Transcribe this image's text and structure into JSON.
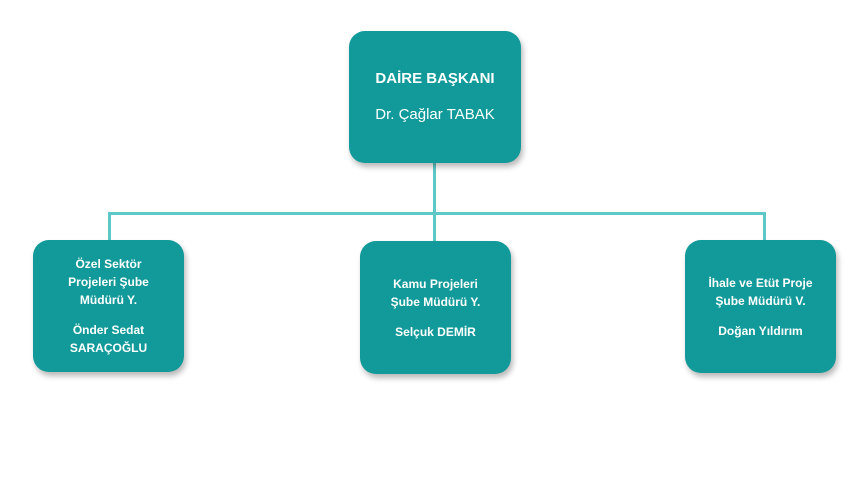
{
  "colors": {
    "node_fill": "#129a9a",
    "connector": "#5ec8c8",
    "text": "#ffffff"
  },
  "top": {
    "title": "DAİRE BAŞKANI",
    "name": "Dr. Çağlar TABAK"
  },
  "children": [
    {
      "title_lines": [
        "Özel Sektör",
        "Projeleri Şube",
        "Müdürü Y."
      ],
      "name_lines": [
        "Önder Sedat",
        "SARAÇOĞLU"
      ]
    },
    {
      "title_lines": [
        "Kamu Projeleri",
        "Şube Müdürü Y."
      ],
      "name_lines": [
        "Selçuk DEMİR"
      ]
    },
    {
      "title_lines": [
        "İhale ve Etüt Proje",
        "Şube Müdürü V."
      ],
      "name_lines": [
        "Doğan Yıldırım"
      ]
    }
  ]
}
